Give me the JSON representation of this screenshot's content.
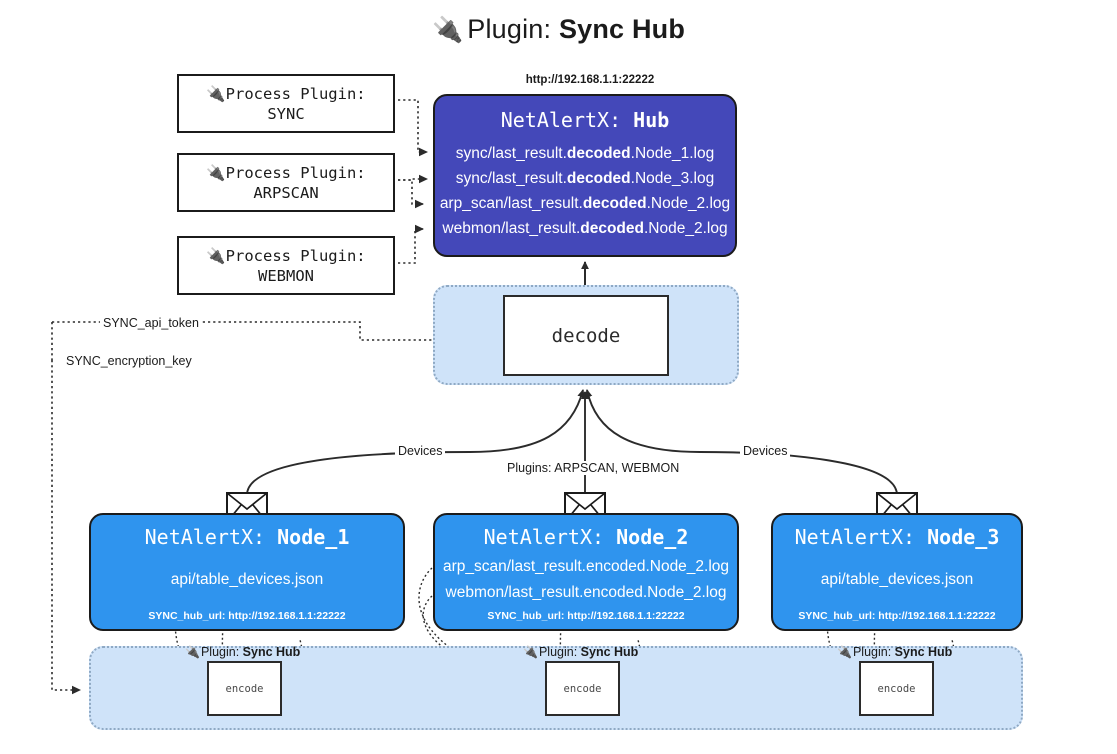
{
  "title": {
    "icon": "plug-icon",
    "prefix": "Plugin:",
    "name": "Sync Hub"
  },
  "process_plugins": [
    {
      "icon": "plug-icon",
      "line1": "Process Plugin:",
      "line2": "SYNC"
    },
    {
      "icon": "plug-icon",
      "line1": "Process Plugin:",
      "line2": "ARPSCAN"
    },
    {
      "icon": "plug-icon",
      "line1": "Process Plugin:",
      "line2": "WEBMON"
    }
  ],
  "hub": {
    "url": "http://192.168.1.1:22222",
    "title_prefix": "NetAlertX:",
    "title_name": "Hub",
    "lines": [
      {
        "pre": "sync/last_result.",
        "bold": "decoded",
        "post": ".Node_1.log"
      },
      {
        "pre": "sync/last_result.",
        "bold": "decoded",
        "post": ".Node_3.log"
      },
      {
        "pre": "arp_scan/last_result.",
        "bold": "decoded",
        "post": ".Node_2.log"
      },
      {
        "pre": "webmon/last_result.",
        "bold": "decoded",
        "post": ".Node_2.log"
      }
    ]
  },
  "decode": {
    "label": "decode"
  },
  "edge_labels": {
    "sync_api_token": "SYNC_api_token",
    "sync_encryption_key": "SYNC_encryption_key",
    "devices_left": "Devices",
    "devices_right": "Devices",
    "plugins": "Plugins: ARPSCAN, WEBMON"
  },
  "nodes": [
    {
      "icon": "envelope-icon",
      "title_prefix": "NetAlertX:",
      "title_name": "Node_1",
      "lines": [
        "api/table_devices.json"
      ],
      "footer": "SYNC_hub_url: http://192.168.1.1:22222"
    },
    {
      "icon": "envelope-icon",
      "title_prefix": "NetAlertX:",
      "title_name": "Node_2",
      "lines": [
        "arp_scan/last_result.encoded.Node_2.log",
        "webmon/last_result.encoded.Node_2.log"
      ],
      "footer": "SYNC_hub_url: http://192.168.1.1:22222"
    },
    {
      "icon": "envelope-icon",
      "title_prefix": "NetAlertX:",
      "title_name": "Node_3",
      "lines": [
        "api/table_devices.json"
      ],
      "footer": "SYNC_hub_url: http://192.168.1.1:22222"
    }
  ],
  "encoders": [
    {
      "icon": "plug-icon",
      "caption_prefix": "Plugin:",
      "caption_name": "Sync Hub",
      "label": "encode"
    },
    {
      "icon": "plug-icon",
      "caption_prefix": "Plugin:",
      "caption_name": "Sync Hub",
      "label": "encode"
    },
    {
      "icon": "plug-icon",
      "caption_prefix": "Plugin:",
      "caption_name": "Sync Hub",
      "label": "encode"
    }
  ],
  "colors": {
    "hub_fill": "#4448b9",
    "node_fill": "#2f94ee",
    "container_fill": "#cfe3f9",
    "container_stroke": "#8fa9c4",
    "line": "#2b2b2b",
    "background": "#ffffff"
  }
}
